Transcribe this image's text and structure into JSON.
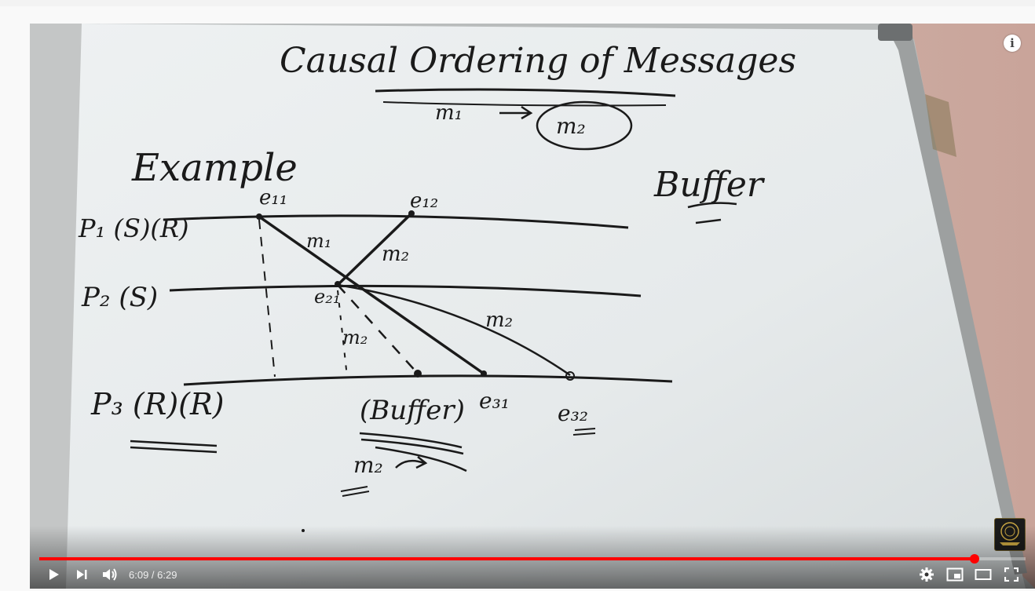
{
  "video": {
    "title_text": "Causal Ordering of Messages",
    "arrow_left": "m₁",
    "arrow_right": "m₂",
    "example_label": "Example",
    "buffer_label": "Buffer",
    "process_labels": [
      "P₁ (S)(R)",
      "P₂ (S)",
      "P₃ (R)(R)"
    ],
    "event_labels": [
      "e₁₁",
      "e₁₂",
      "e₂₁",
      "e₃₁",
      "e₃₂"
    ],
    "message_labels": [
      "m₁",
      "m₂",
      "m₂",
      "m₂"
    ],
    "buffer_note": "(Buffer)",
    "buffer_m2": "m₂"
  },
  "player": {
    "info_icon": "info-icon",
    "info_glyph": "i",
    "current_time": "6:09",
    "duration": "6:29",
    "time_separator": " / ",
    "progress_fraction": 0.948,
    "accent_color": "#ff0000",
    "controls": {
      "play": "play-icon",
      "next": "next-icon",
      "volume": "volume-icon",
      "settings": "gear-icon",
      "miniplayer": "miniplayer-icon",
      "theater": "theater-icon",
      "fullscreen": "fullscreen-icon"
    }
  }
}
